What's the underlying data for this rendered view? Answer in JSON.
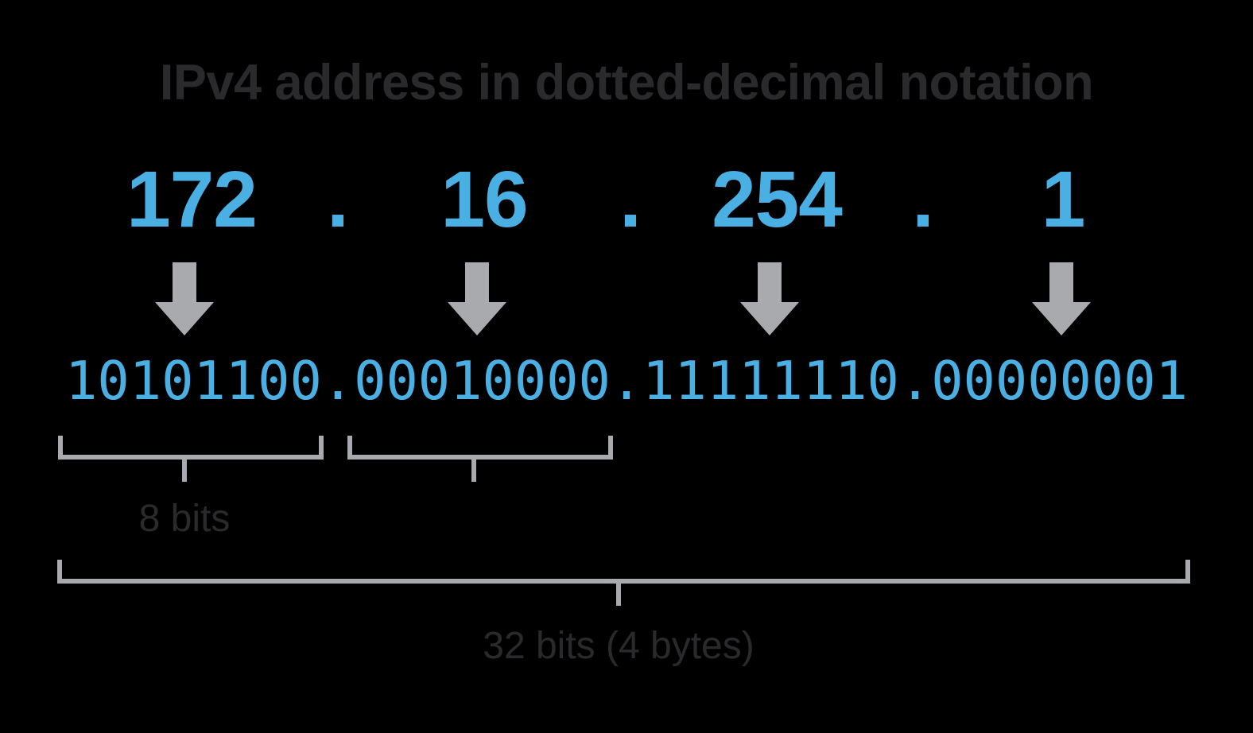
{
  "diagram": {
    "title": "IPv4 address in dotted-decimal notation",
    "separator": ".",
    "decimal": {
      "octets": [
        "172",
        "16",
        "254",
        "1"
      ],
      "full": "172.16.254.1"
    },
    "binary": {
      "octets": [
        "10101100",
        "00010000",
        "11111110",
        "00000001"
      ],
      "full": "10101100.00010000.11111110.00000001"
    },
    "labels": {
      "octet_bits": "8 bits",
      "total_bits": "32 bits (4 bytes)"
    },
    "arrows": {
      "count": 4,
      "direction": "down",
      "name": "down-arrow"
    },
    "colors": {
      "background": "#000000",
      "address_blue": "#4aafe3",
      "text_dark": "#2a2a2c",
      "rule_gray": "#a8aaad"
    }
  }
}
